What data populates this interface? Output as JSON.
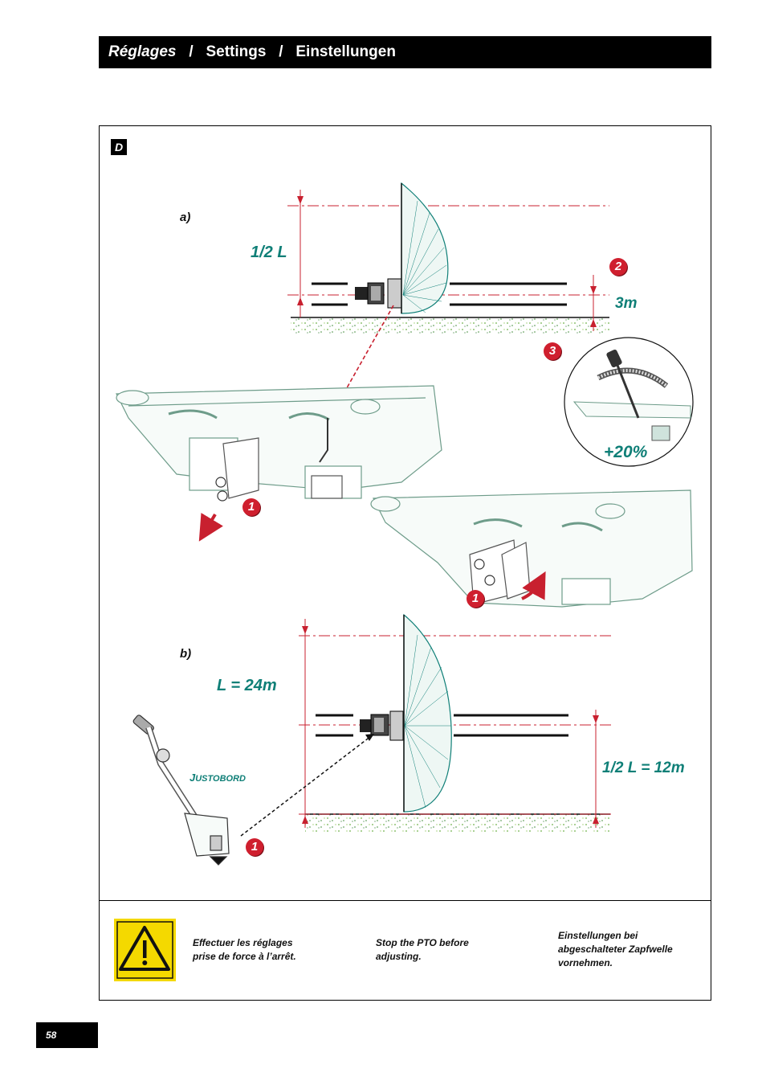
{
  "header": {
    "title_fr": "Réglages",
    "sep1": "/",
    "title_en": "Settings",
    "sep2": "/",
    "title_de": "Einstellungen"
  },
  "section": {
    "badge": "D"
  },
  "figure_a": {
    "part_label": "a)",
    "half_width_label": "1/2 L",
    "height_label": "3m",
    "adjust_label": "+20%",
    "callouts": [
      "2",
      "3",
      "1",
      "1"
    ]
  },
  "figure_b": {
    "part_label": "b)",
    "width_label": "L = 24m",
    "half_width_label": "1/2 L = 12m",
    "device_initial": "J",
    "device_rest": "USTOBORD",
    "callout": "1"
  },
  "warning": {
    "fr": [
      "Effectuer les réglages",
      "prise de force à l’arrêt."
    ],
    "en": [
      "Stop the PTO before",
      "adjusting."
    ],
    "de": [
      "Einstellungen bei",
      "abgeschalteter Zapfwelle",
      "vornehmen."
    ]
  },
  "page_number": "58",
  "colors": {
    "accent": "#0f7f77",
    "callout": "#cf1f2e",
    "warning_bg": "#f4d900",
    "guide": "#c8202f"
  }
}
